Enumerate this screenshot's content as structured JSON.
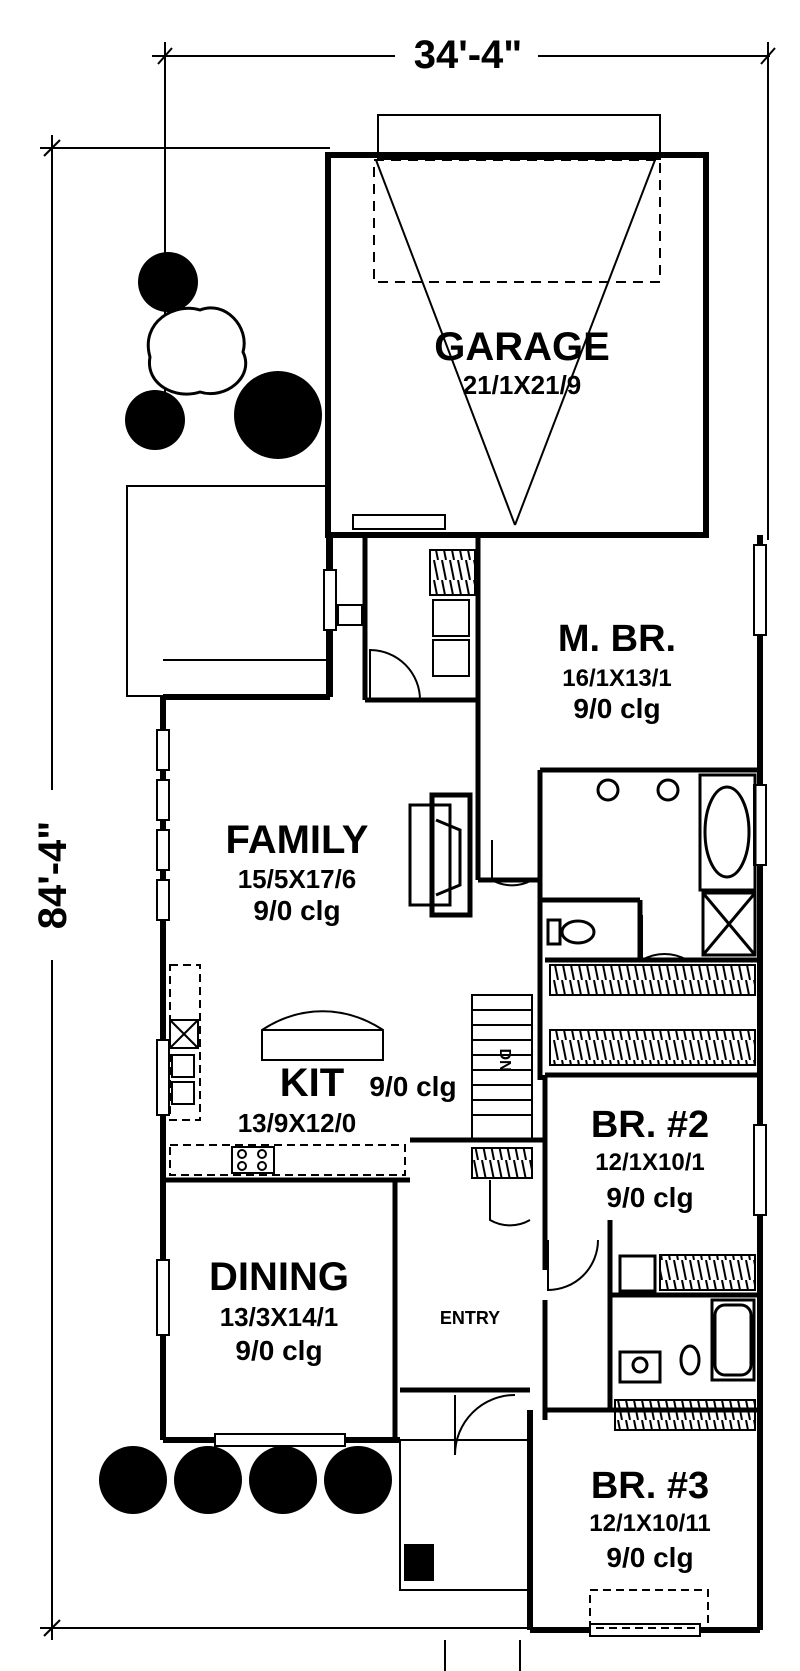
{
  "dimensions": {
    "width": "34'-4\"",
    "depth": "84'-4\""
  },
  "rooms": {
    "garage": {
      "name": "GARAGE",
      "dims": "21/1X21/9"
    },
    "master": {
      "name": "M. BR.",
      "dims": "16/1X13/1",
      "ceiling": "9/0 clg"
    },
    "family": {
      "name": "FAMILY",
      "dims": "15/5X17/6",
      "ceiling": "9/0 clg"
    },
    "kitchen": {
      "name": "KIT",
      "dims": "13/9X12/0",
      "ceiling": "9/0 clg"
    },
    "br2": {
      "name": "BR. #2",
      "dims": "12/1X10/1",
      "ceiling": "9/0 clg"
    },
    "dining": {
      "name": "DINING",
      "dims": "13/3X14/1",
      "ceiling": "9/0 clg"
    },
    "entry": {
      "name": "ENTRY"
    },
    "br3": {
      "name": "BR. #3",
      "dims": "12/1X10/11",
      "ceiling": "9/0 clg"
    }
  },
  "stairs": {
    "label": "DN"
  },
  "colors": {
    "ink": "#000000",
    "paper": "#ffffff"
  }
}
